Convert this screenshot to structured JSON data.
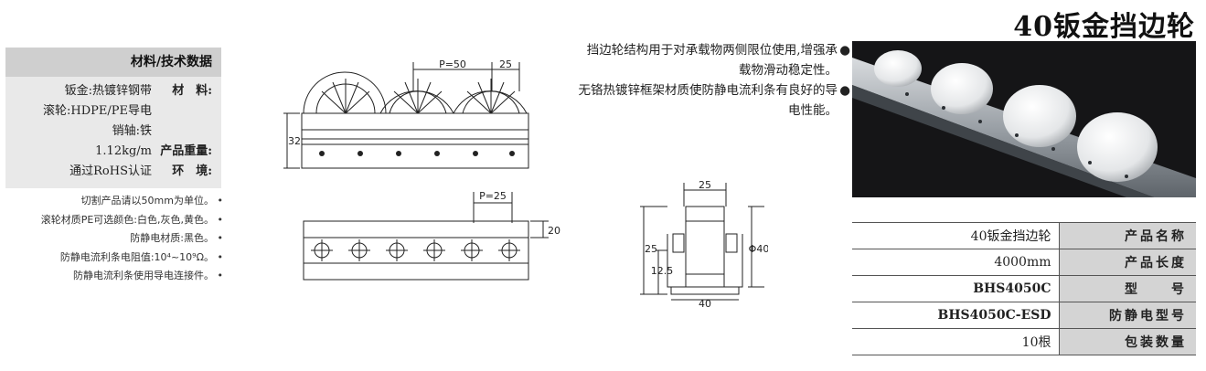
{
  "title": "40钣金挡边轮",
  "spec": {
    "heading": "材料/技术数据",
    "rows": [
      {
        "label": "材　料:",
        "value": "钣金:热镀锌钢带"
      },
      {
        "label": "",
        "value": "滚轮:HDPE/PE导电"
      },
      {
        "label": "",
        "value": "销轴:铁"
      },
      {
        "label": "产品重量:",
        "value": "1.12kg/m"
      },
      {
        "label": "环　境:",
        "value": "通过RoHS认证"
      }
    ]
  },
  "notes": [
    "切割产品请以50mm为单位。",
    "滚轮材质PE可选颜色:白色,灰色,黄色。",
    "防静电材质:黑色。",
    "防静电流利条电阻值:10⁴~10⁹Ω。",
    "防静电流利条使用导电连接件。"
  ],
  "drawings": {
    "side": {
      "dim_pitch": "P=50",
      "dim_gap": "25",
      "dim_height": "32"
    },
    "top": {
      "dim_pitch": "P=25",
      "dim_height": "20"
    },
    "section": {
      "dim_top": "25",
      "dim_bottom": "40",
      "dim_height": "25",
      "dim_small": "12.5",
      "dim_dia": "Φ40"
    }
  },
  "bullets": [
    "挡边轮结构用于对承载物两侧限位使用,增强承载物滑动稳定性。",
    "无铬热镀锌框架材质使防静电流利条有良好的导电性能。"
  ],
  "table": [
    {
      "key": "产品名称",
      "value": "40钣金挡边轮",
      "bold": false
    },
    {
      "key": "产品长度",
      "value": "4000mm",
      "bold": false
    },
    {
      "key": "型　　号",
      "value": "BHS4050C",
      "bold": true
    },
    {
      "key": "防静电型号",
      "value": "BHS4050C-ESD",
      "bold": true
    },
    {
      "key": "包装数量",
      "value": "10根",
      "bold": false
    }
  ],
  "colors": {
    "panel_head": "#cfcfcf",
    "panel_body": "#e9e9e9",
    "table_key": "#d4d4d4",
    "photo_bg": "#151517"
  }
}
